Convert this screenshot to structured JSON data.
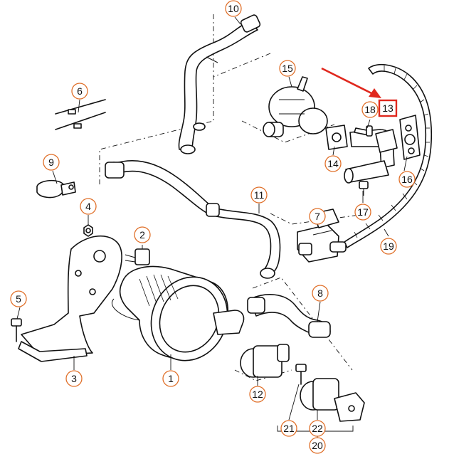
{
  "callouts": {
    "c1": "1",
    "c2": "2",
    "c3": "3",
    "c4": "4",
    "c5": "5",
    "c6": "6",
    "c7": "7",
    "c8": "8",
    "c9": "9",
    "c10": "10",
    "c11": "11",
    "c12": "12",
    "c13": "13",
    "c14": "14",
    "c15": "15",
    "c16": "16",
    "c17": "17",
    "c18": "18",
    "c19": "19",
    "c20": "20",
    "c21": "21",
    "c22": "22"
  },
  "highlight": {
    "target": "13",
    "box_color": "#e0281e",
    "arrow_color": "#e0281e"
  },
  "colors": {
    "callout_ring": "#e0702a",
    "line": "#111111"
  }
}
